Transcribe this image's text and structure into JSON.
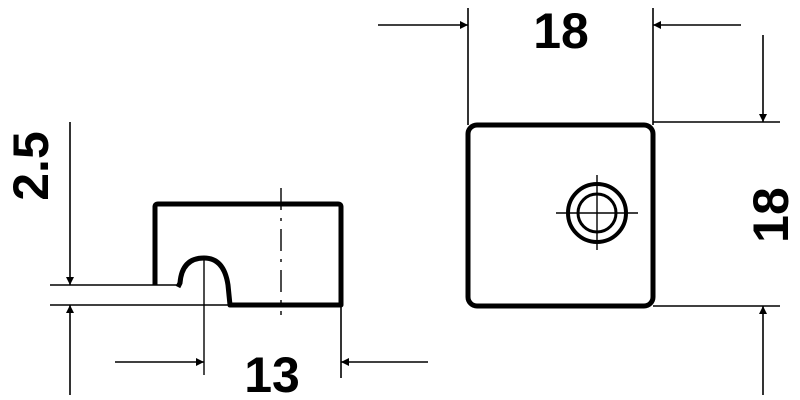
{
  "dimensions": {
    "top_width": "18",
    "right_height": "18",
    "bottom_width": "13",
    "left_thickness": "2.5"
  }
}
